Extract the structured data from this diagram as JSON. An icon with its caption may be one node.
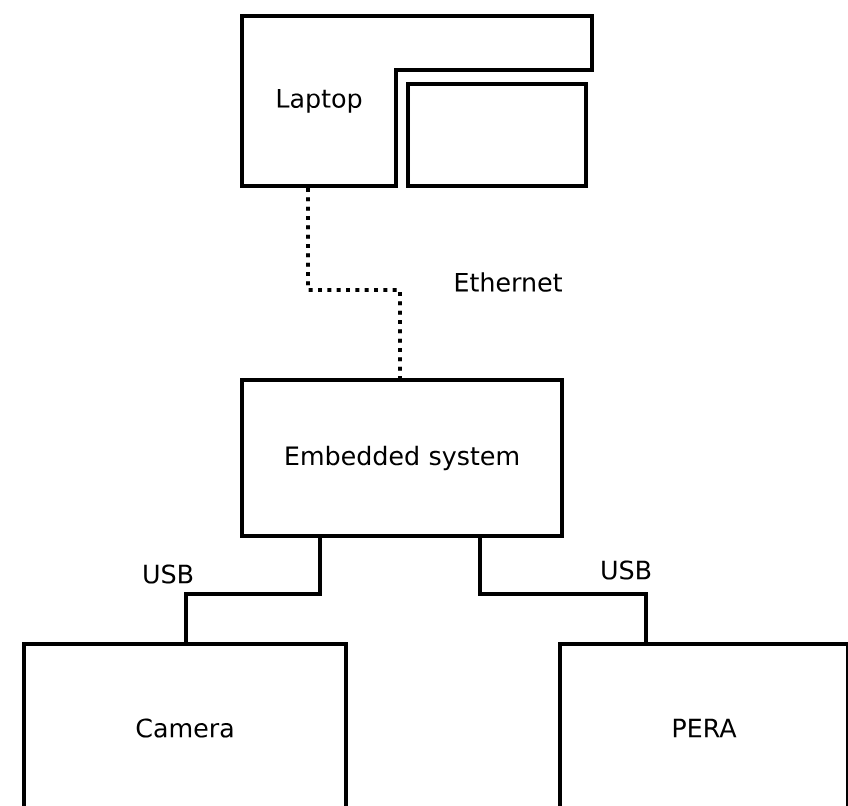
{
  "diagram": {
    "nodes": [
      {
        "text": [
          "Laptop"
        ]
      },
      {
        "text": [],
        "shape": "box"
      },
      {
        "text": [
          "Embedded system"
        ]
      },
      {
        "text": [
          "Camera"
        ]
      },
      {
        "text": [
          "PERA"
        ]
      }
    ],
    "edges": [
      {
        "from": 0,
        "to": 2,
        "arrow": "none",
        "style": "dashed",
        "label": "Ethernet"
      },
      {
        "from": 2,
        "to": 3,
        "arrow": "none",
        "label": "USB"
      },
      {
        "from": 2,
        "to": 4,
        "arrow": "none",
        "label": "USB"
      }
    ]
  }
}
